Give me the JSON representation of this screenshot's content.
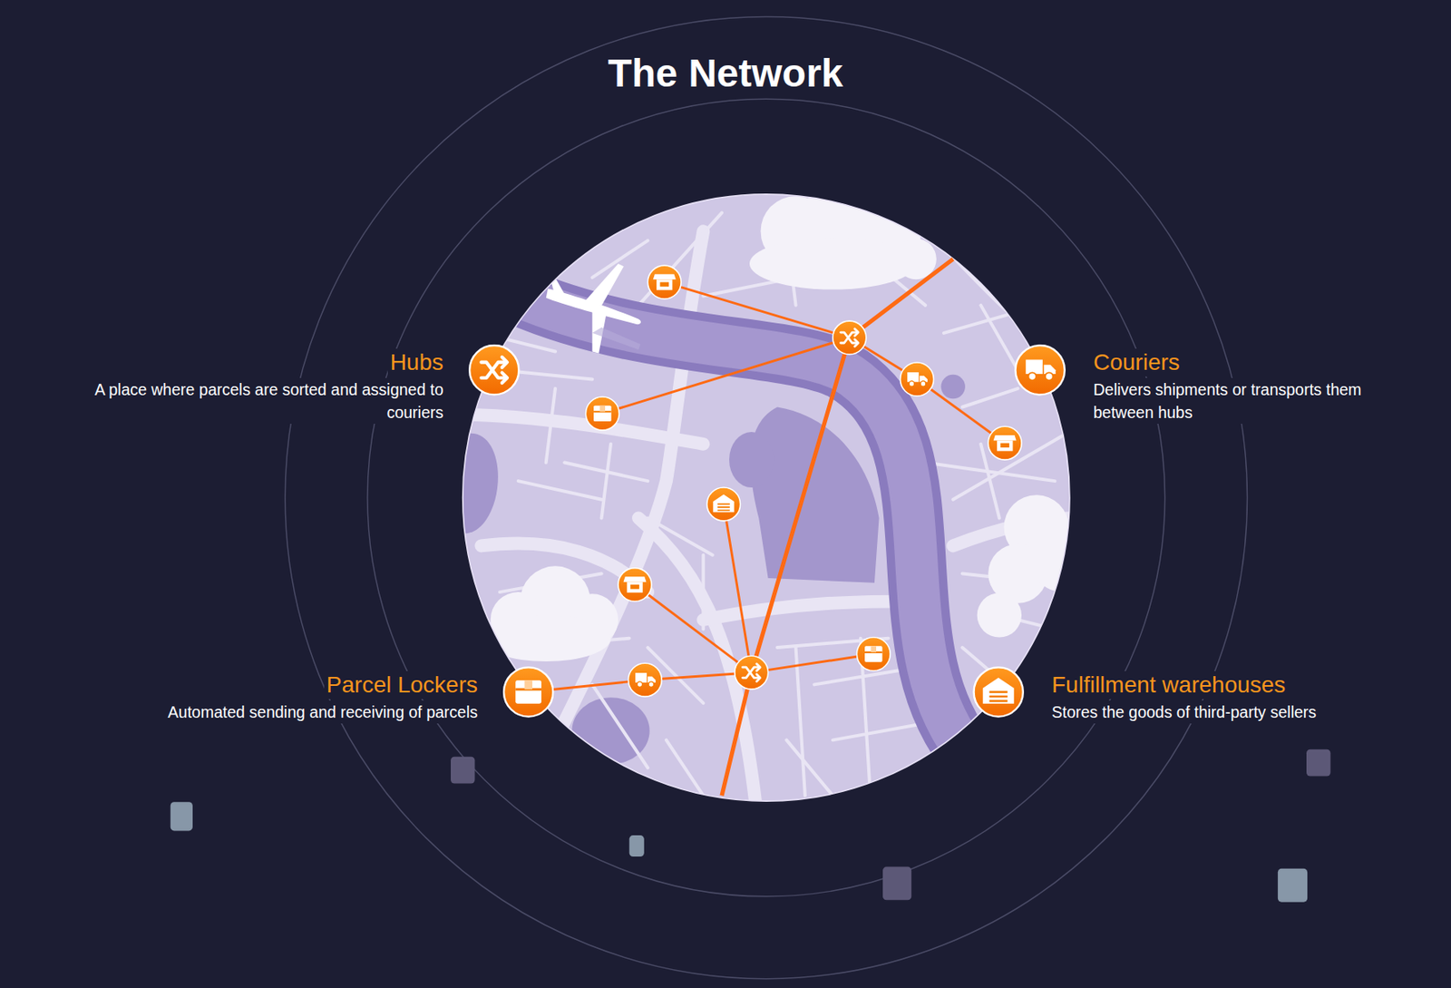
{
  "diagram": {
    "title": "The Network",
    "nodes": [
      {
        "text": [
          "Hubs",
          "A place where parcels are sorted and assigned to couriers"
        ]
      },
      {
        "text": [
          "Couriers",
          "Delivers shipments or transports them between hubs"
        ]
      },
      {
        "text": [
          "Parcel Lockers",
          "Automated sending and receiving of parcels"
        ]
      },
      {
        "text": [
          "Fulfillment warehouses",
          "Stores the goods of third-party sellers"
        ]
      }
    ]
  }
}
